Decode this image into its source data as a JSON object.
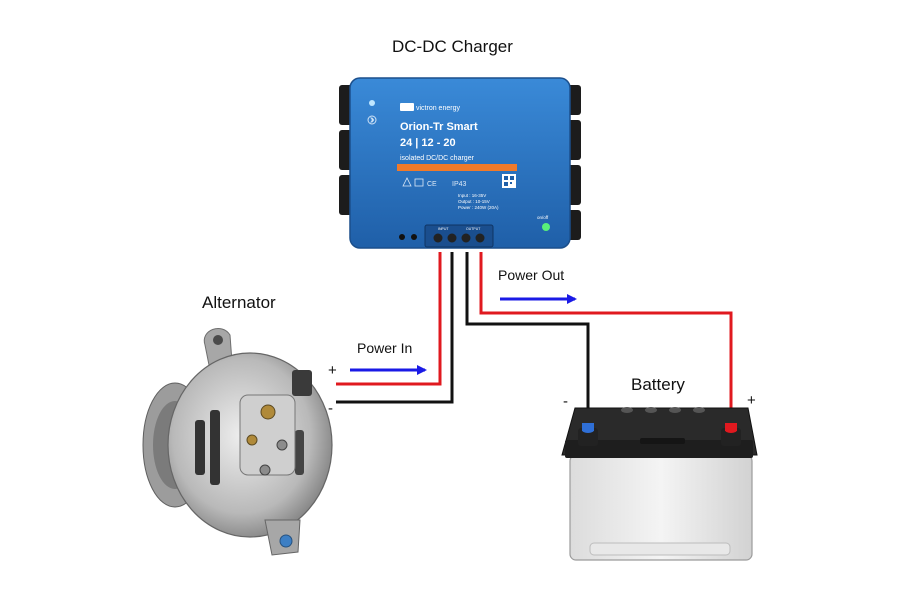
{
  "titles": {
    "charger": "DC-DC Charger",
    "alternator": "Alternator",
    "battery": "Battery"
  },
  "flows": {
    "power_in": "Power In",
    "power_out": "Power Out"
  },
  "terminals": {
    "alternator_positive": "+",
    "alternator_negative": "-",
    "battery_negative": "-",
    "battery_positive": "+"
  },
  "charger_device": {
    "brand": "victron energy",
    "model_line1": "Orion-Tr Smart",
    "model_line2": "24 | 12 - 20",
    "model_line3": "isolated DC/DC charger",
    "ip_rating": "IP43",
    "spec_input": "Input  :  16-35V",
    "spec_output": "Output :  10-15V",
    "spec_power": "Power  :  240W (20A)",
    "port_input": "INPUT",
    "port_output": "OUTPUT",
    "onoff": "on/off"
  },
  "colors": {
    "positive_wire": "#e0191f",
    "negative_wire": "#111111",
    "arrow": "#1a1ae6",
    "charger_body": "#2a74c4"
  }
}
